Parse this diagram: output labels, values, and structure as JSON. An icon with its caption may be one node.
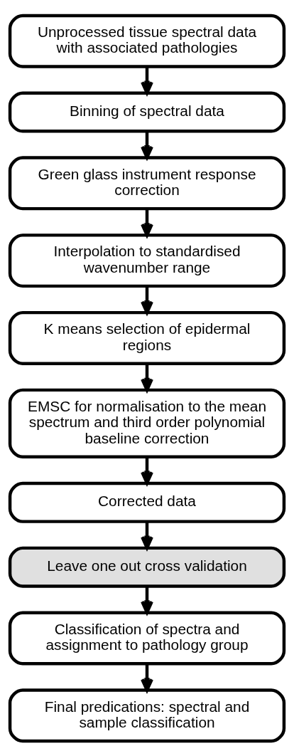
{
  "diagram": {
    "nodes": [
      {
        "text": [
          "Unprocessed tissue spectral data with associated pathologies"
        ]
      },
      {
        "text": [
          "Binning of spectral data"
        ]
      },
      {
        "text": [
          "Green glass instrument response correction"
        ]
      },
      {
        "text": [
          "Interpolation to standardised wavenumber range"
        ]
      },
      {
        "text": [
          "K means selection of epidermal regions"
        ]
      },
      {
        "text": [
          "EMSC for normalisation to the mean spectrum and third order polynomial baseline correction"
        ]
      },
      {
        "text": [
          "Corrected data"
        ]
      },
      {
        "text": [
          "Leave one out cross validation"
        ]
      },
      {
        "text": [
          "Classification of spectra and assignment to pathology group"
        ]
      },
      {
        "text": [
          "Final predications: spectral and sample classification"
        ]
      }
    ],
    "edges": [
      {
        "from": 0,
        "to": 1,
        "arrow": "to"
      },
      {
        "from": 1,
        "to": 2,
        "arrow": "to"
      },
      {
        "from": 2,
        "to": 3,
        "arrow": "to"
      },
      {
        "from": 3,
        "to": 4,
        "arrow": "to"
      },
      {
        "from": 4,
        "to": 5,
        "arrow": "to"
      },
      {
        "from": 5,
        "to": 6,
        "arrow": "to"
      },
      {
        "from": 6,
        "to": 7,
        "arrow": "to"
      },
      {
        "from": 7,
        "to": 8,
        "arrow": "to"
      },
      {
        "from": 8,
        "to": 9,
        "arrow": "to"
      }
    ]
  }
}
